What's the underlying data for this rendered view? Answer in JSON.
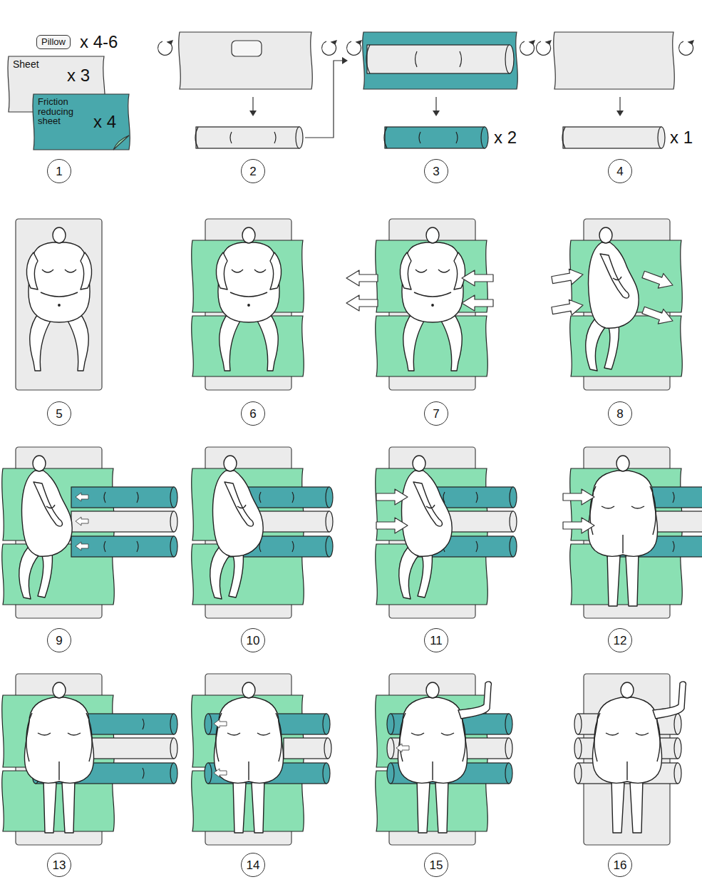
{
  "diagram": {
    "nodes": [
      {
        "text": [
          "Pillow"
        ]
      },
      {
        "text": [
          "Sheet",
          "x 3"
        ]
      },
      {
        "text": [
          "Friction reducing sheet",
          "x 4"
        ]
      },
      {
        "text": [
          "1"
        ]
      },
      {
        "text": [
          "2"
        ]
      },
      {
        "text": [
          "3"
        ]
      },
      {
        "text": [
          "4"
        ]
      },
      {
        "text": [
          "5"
        ]
      },
      {
        "text": [
          "6"
        ]
      },
      {
        "text": [
          "7"
        ]
      },
      {
        "text": [
          "8"
        ]
      },
      {
        "text": [
          "9"
        ]
      },
      {
        "text": [
          "10"
        ]
      },
      {
        "text": [
          "11"
        ]
      },
      {
        "text": [
          "12"
        ]
      },
      {
        "text": [
          "13"
        ]
      },
      {
        "text": [
          "14"
        ]
      },
      {
        "text": [
          "15"
        ]
      },
      {
        "text": [
          "16"
        ]
      }
    ],
    "labels": [
      "x 4-6",
      "x 2",
      "x 1"
    ]
  }
}
